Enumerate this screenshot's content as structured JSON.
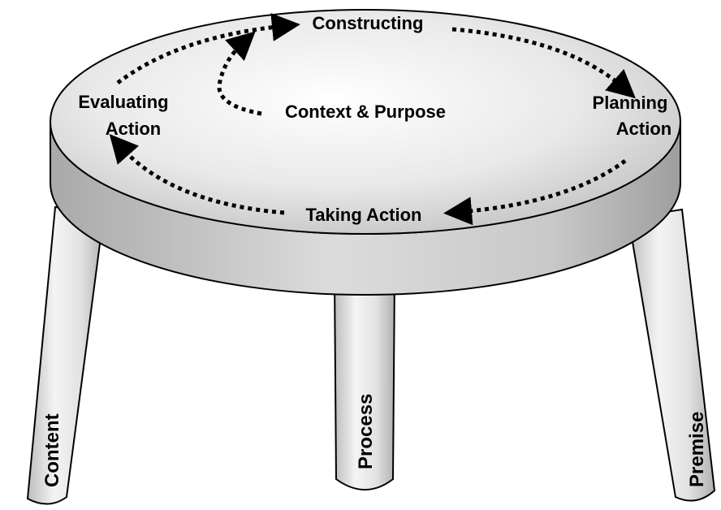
{
  "seat": {
    "cycle": {
      "constructing": "Constructing",
      "planning_line1": "Planning",
      "planning_line2": "Action",
      "taking": "Taking Action",
      "evaluating_line1": "Evaluating",
      "evaluating_line2": "Action"
    },
    "center": "Context & Purpose"
  },
  "legs": {
    "left": "Content",
    "middle": "Process",
    "right": "Premise"
  },
  "colors": {
    "outline": "#000000",
    "seat_light": "#f2f2f2",
    "seat_dark": "#a8a8a8",
    "leg_light": "#f0f0f0",
    "leg_dark": "#bdbdbd"
  }
}
